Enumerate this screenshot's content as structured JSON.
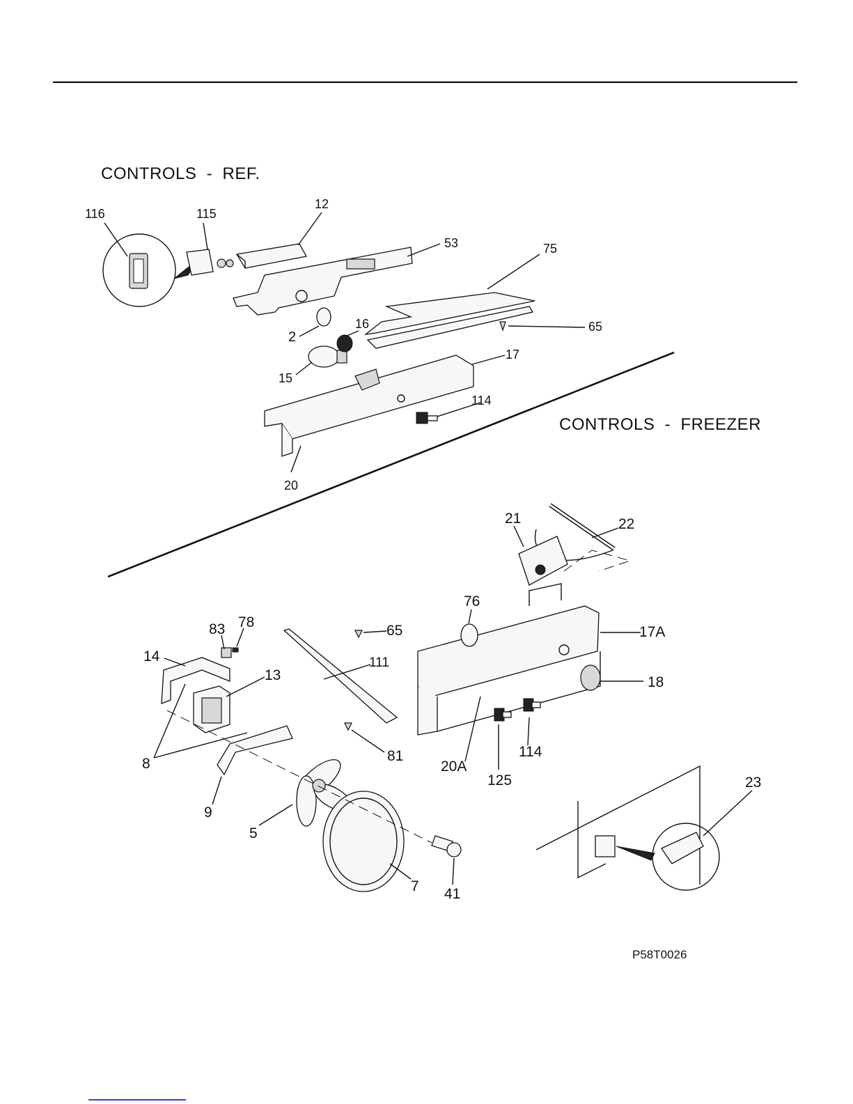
{
  "sections": {
    "ref_title": "CONTROLS  -  REF.",
    "freezer_title": "CONTROLS  -  FREEZER"
  },
  "ref_labels": [
    "116",
    "115",
    "12",
    "53",
    "75",
    "2",
    "16",
    "65",
    "15",
    "17",
    "114",
    "20"
  ],
  "freezer_labels": [
    "21",
    "22",
    "76",
    "83",
    "78",
    "65",
    "17A",
    "14",
    "13",
    "111",
    "18",
    "8",
    "81",
    "20A",
    "114",
    "125",
    "9",
    "5",
    "23",
    "7",
    "41"
  ],
  "drawing_id": "P58T0026"
}
